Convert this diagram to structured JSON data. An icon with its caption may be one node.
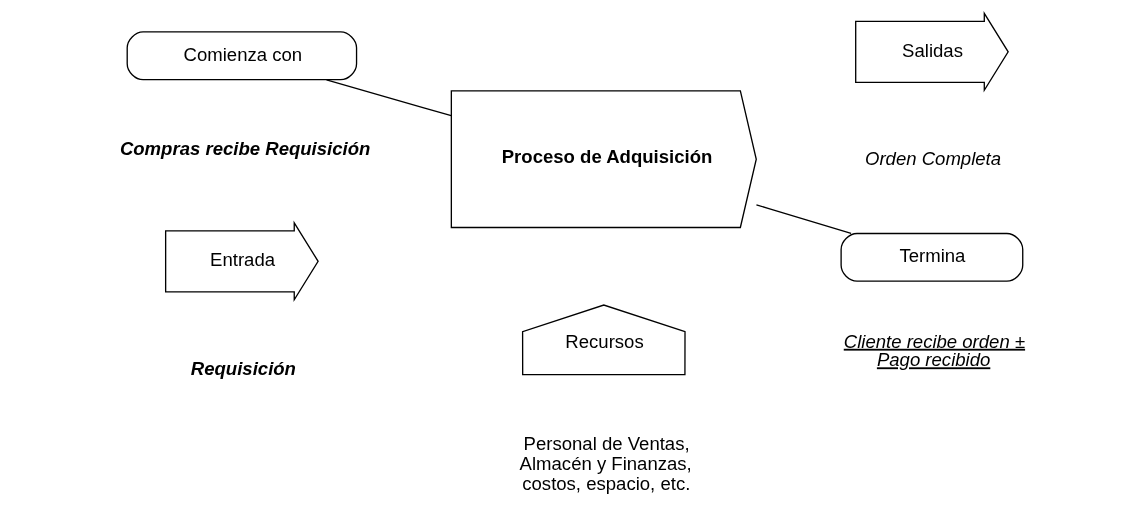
{
  "diagram": {
    "nodes": [
      {
        "text": [
          "Comienza con"
        ],
        "beside": [
          "Compras recibe Requisición"
        ]
      },
      {
        "text": [
          "Proceso de Adquisición"
        ]
      },
      {
        "text": [
          "Entrada"
        ],
        "beside": [
          "Requisición"
        ]
      },
      {
        "text": [
          "Salidas"
        ],
        "beside": [
          "Orden Completa"
        ]
      },
      {
        "text": [
          "Recursos"
        ],
        "beside": [
          "Personal de Ventas, Almacén y Finanzas, costos, espacio, etc."
        ]
      },
      {
        "text": [
          "Termina"
        ],
        "beside": [
          "Cliente recibe orden ± Pago recibido"
        ]
      }
    ],
    "edges": [
      {
        "from": 0,
        "to": 1,
        "arrow": "none"
      },
      {
        "from": 1,
        "to": 5,
        "arrow": "none"
      }
    ]
  }
}
